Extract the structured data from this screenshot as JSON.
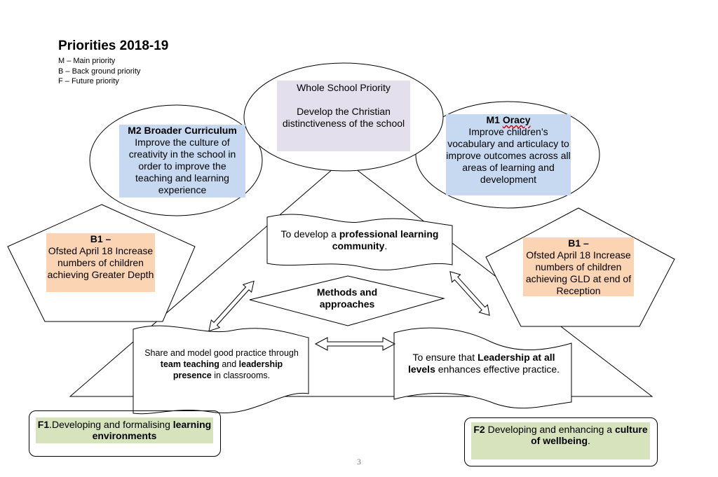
{
  "header": {
    "title": "Priorities 2018-19",
    "legend": [
      "M – Main priority",
      "B – Back ground priority",
      "F – Future priority"
    ]
  },
  "whole_school": {
    "heading": "Whole School Priority",
    "text": "Develop the Christian distinctiveness of the school"
  },
  "m2": {
    "label": "M2 Broader Curriculum",
    "text": "Improve the culture of creativity in the school in order to improve the teaching and learning experience"
  },
  "m1": {
    "label": "M1",
    "label_word": "Oracy",
    "text": "Improve children’s vocabulary and articulacy to improve outcomes across all areas of learning and development"
  },
  "b1_left": {
    "label": "B1 –",
    "text": "Ofsted April 18 Increase numbers of children achieving Greater Depth"
  },
  "b1_right": {
    "label": "B1 –",
    "text": "Ofsted April 18 Increase numbers of children achieving GLD at end of Reception"
  },
  "methods": {
    "center": "Methods and approaches",
    "top_pre": "To develop a ",
    "top_bold": "professional learning community",
    "top_post": ".",
    "left_pre": "Share and model good practice through ",
    "left_bold1": "team teaching",
    "left_mid": " and ",
    "left_bold2": "leadership presence",
    "left_post": " in classrooms.",
    "right_pre": "To ensure that ",
    "right_bold": "Leadership at all levels",
    "right_post": " enhances effective practice."
  },
  "future": {
    "f1_label": "F1",
    "f1_text": ".Developing and formalising ",
    "f1_bold": "learning environments",
    "f2_label": "F2",
    "f2_text": " Developing and enhancing a ",
    "f2_bold": "culture of wellbeing",
    "f2_post": "."
  },
  "page_number": "3"
}
